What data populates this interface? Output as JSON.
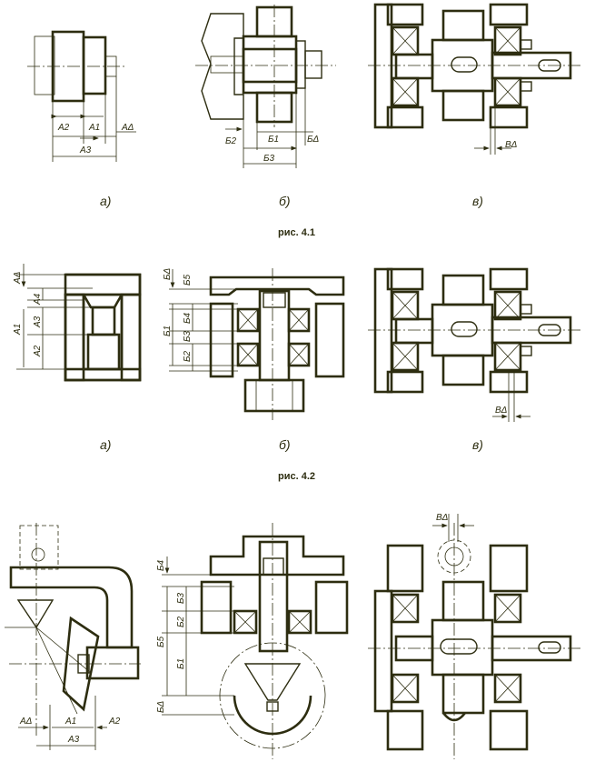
{
  "figures": [
    {
      "caption": "рис. 4.1",
      "panels": [
        {
          "id": "a",
          "label": "а)",
          "dims": [
            "A2",
            "A1",
            "AΔ",
            "A3"
          ]
        },
        {
          "id": "b",
          "label": "б)",
          "dims": [
            "Б2",
            "Б1",
            "БΔ",
            "Б3"
          ]
        },
        {
          "id": "v",
          "label": "в)",
          "dims": [
            "BΔ"
          ]
        }
      ]
    },
    {
      "caption": "рис. 4.2",
      "panels": [
        {
          "id": "a",
          "label": "а)",
          "dims": [
            "AΔ",
            "A4",
            "A1",
            "A3",
            "A2"
          ]
        },
        {
          "id": "b",
          "label": "б)",
          "dims": [
            "БΔ",
            "Б5",
            "Б1",
            "Б4",
            "Б3",
            "Б2"
          ]
        },
        {
          "id": "v",
          "label": "в)",
          "dims": [
            "BΔ"
          ]
        }
      ]
    },
    {
      "caption": "",
      "panels": [
        {
          "id": "a",
          "label": "",
          "dims": [
            "AΔ",
            "A1",
            "A2",
            "A3"
          ]
        },
        {
          "id": "b",
          "label": "",
          "dims": [
            "Б4",
            "Б3",
            "Б2",
            "Б5",
            "Б1",
            "БΔ"
          ]
        },
        {
          "id": "v",
          "label": "",
          "dims": [
            "BΔ"
          ]
        }
      ]
    }
  ],
  "colors": {
    "ink": "#2d2d10",
    "paper": "#ffffff"
  }
}
